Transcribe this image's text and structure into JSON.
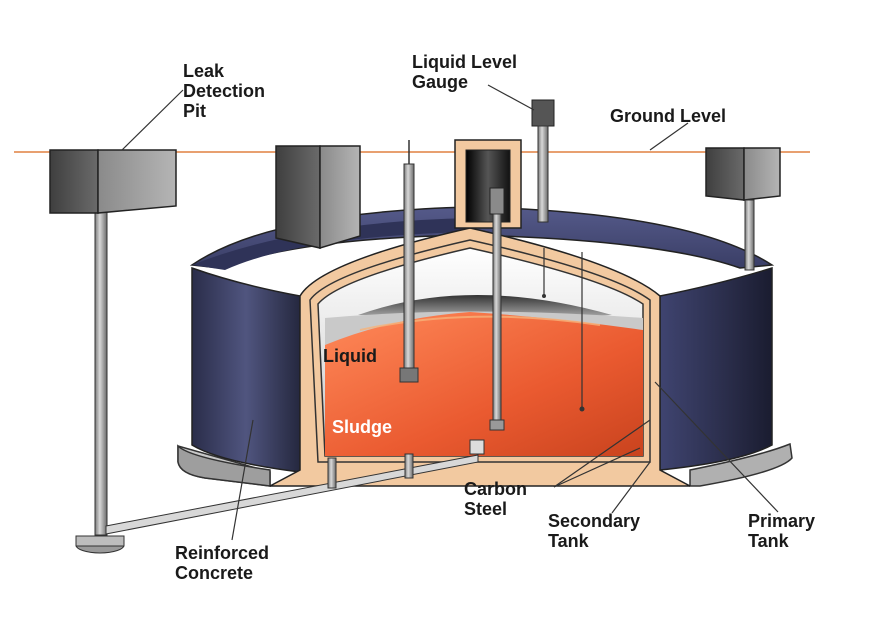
{
  "labels": {
    "leak_detection_pit": [
      "Leak",
      "Detection",
      "Pit"
    ],
    "liquid_level_gauge": [
      "Liquid Level",
      "Gauge"
    ],
    "ground_level": "Ground Level",
    "liquid": "Liquid",
    "sludge": "Sludge",
    "carbon_steel": [
      "Carbon",
      "Steel"
    ],
    "secondary_tank": [
      "Secondary",
      "Tank"
    ],
    "primary_tank": [
      "Primary",
      "Tank"
    ],
    "reinforced_concrete": [
      "Reinforced",
      "Concrete"
    ]
  },
  "colors": {
    "ground_line": "#e8a070",
    "concrete_dark": "#2a2d4a",
    "concrete_light": "#4a4f7a",
    "steel_liner": "#f2c9a0",
    "sludge": "#e8582e",
    "liquid_top": "#c8c8c8",
    "pipe": "#a0a0a0"
  }
}
